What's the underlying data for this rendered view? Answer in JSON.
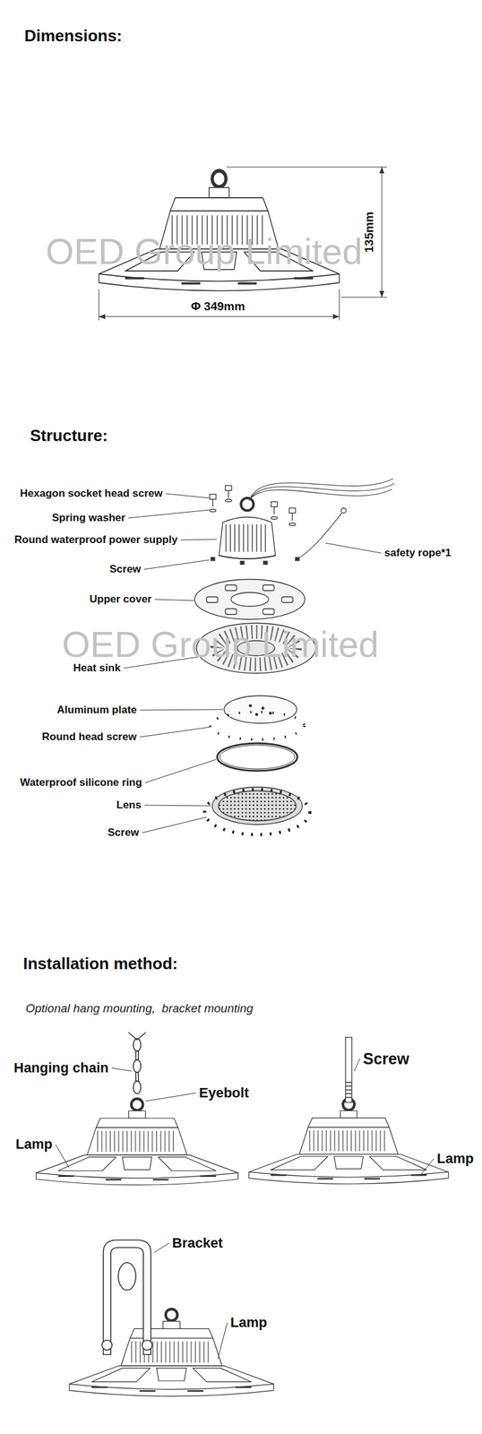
{
  "diagram": {
    "labels": [
      "Dimensions:",
      "135mm",
      "Φ 349mm",
      "OED Group Limited",
      "Structure:",
      "Hexagon socket head screw",
      "Spring washer",
      "Round waterproof power supply",
      "Screw",
      "Upper cover",
      "OED Group Limited",
      "Heat sink",
      "Aluminum plate",
      "Round head screw",
      "Waterproof silicone ring",
      "Lens",
      "Screw",
      "safety rope*1",
      "Installation method:",
      "Optional hang mounting,  bracket mounting",
      "Hanging chain",
      "Eyebolt",
      "Lamp",
      "Screw",
      "Lamp",
      "Bracket",
      "Lamp"
    ]
  }
}
